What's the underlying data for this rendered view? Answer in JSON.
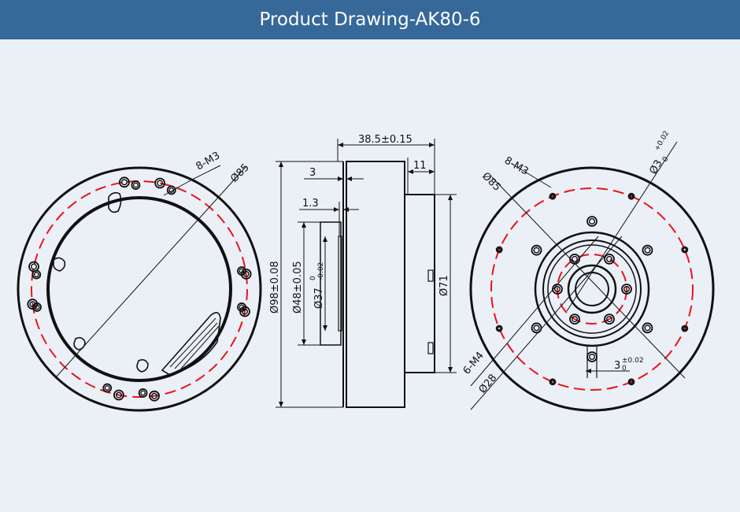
{
  "header": {
    "title": "Product Drawing-AK80-6"
  },
  "colors": {
    "header_bg": "#36689a",
    "page_bg": "#ebf0f6",
    "line": "#111111",
    "center_line": "#e8141c"
  },
  "left_view": {
    "holes_label": "8-M3",
    "diameter_label": "Ø85"
  },
  "side_view": {
    "length_label": "38.5±0.15",
    "dim_3": "3",
    "dim_11": "11",
    "dim_1_3": "1.3",
    "outer_diameter": "Ø98±0.08",
    "bore_diameter": "Ø48±0.05",
    "shaft_diameter": "Ø37",
    "shaft_tol_upper": "0",
    "shaft_tol_lower": "-0.02",
    "step_diameter": "Ø71"
  },
  "right_view": {
    "holes_label": "8-M3",
    "pcd_label": "Ø85",
    "pin_label": "Ø3",
    "pin_tol_upper": "+0.02",
    "pin_tol_lower": "0",
    "inner_holes_label": "6-M4",
    "inner_pcd_label": "Ø28",
    "slot_label": "3",
    "slot_tol_upper": "±0.02",
    "slot_tol_lower": "0"
  }
}
